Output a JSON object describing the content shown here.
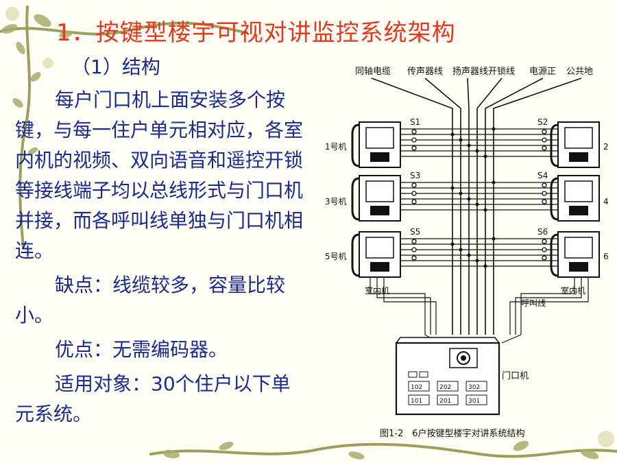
{
  "slide": {
    "title": "1．按键型楼宇可视对讲监控系统架构",
    "subtitle": "（1）结构",
    "paragraphs": [
      "每户门口机上面安装多个按键，与每一住户单元相对应，各室内机的视频、双向语音和遥控开锁等接线端子均以总线形式与门口机并接，而各呼叫线单独与门口机相连。",
      "缺点：线缆较多，容量比较小。",
      "优点：无需编码器。",
      "适用对象：30个住户以下单元系统。"
    ]
  },
  "diagram": {
    "top_labels": [
      "同轴电缆",
      "传声器线",
      "扬声器线",
      "开锁线",
      "电源正",
      "公共地"
    ],
    "left_units": [
      "1号机",
      "3号机",
      "5号机"
    ],
    "right_units": [
      "2",
      "4",
      "6"
    ],
    "switches_left": [
      "S1",
      "S3",
      "S5"
    ],
    "switches_right": [
      "S2",
      "S4",
      "S6"
    ],
    "indoor_label_left": "室内机",
    "indoor_label_right": "室内机",
    "call_line_label": "呼叫线",
    "door_unit_label": "门口机",
    "door_buttons": [
      "102",
      "202",
      "302",
      "101",
      "201",
      "301"
    ],
    "caption": "图1-2　6户按键型楼宇对讲系统结构"
  }
}
